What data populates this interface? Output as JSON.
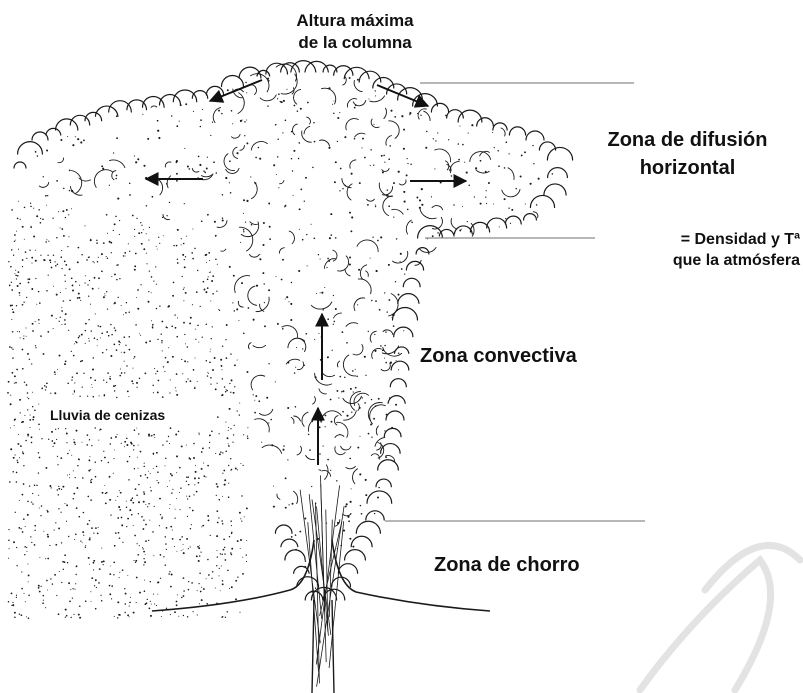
{
  "labels": {
    "max_height": "Altura máxima\nde la columna",
    "horizontal_zone": "Zona de difusión\nhorizontal",
    "equal_density": "= Densidad y Tª\nque la atmósfera",
    "convective_zone": "Zona convectiva",
    "ash_fall": "Lluvia de cenizas",
    "jet_zone": "Zona de chorro"
  },
  "colors": {
    "ink": "#1a1a1a",
    "guide_line": "#8c8c8c",
    "watermark": "#e3e3e3"
  }
}
